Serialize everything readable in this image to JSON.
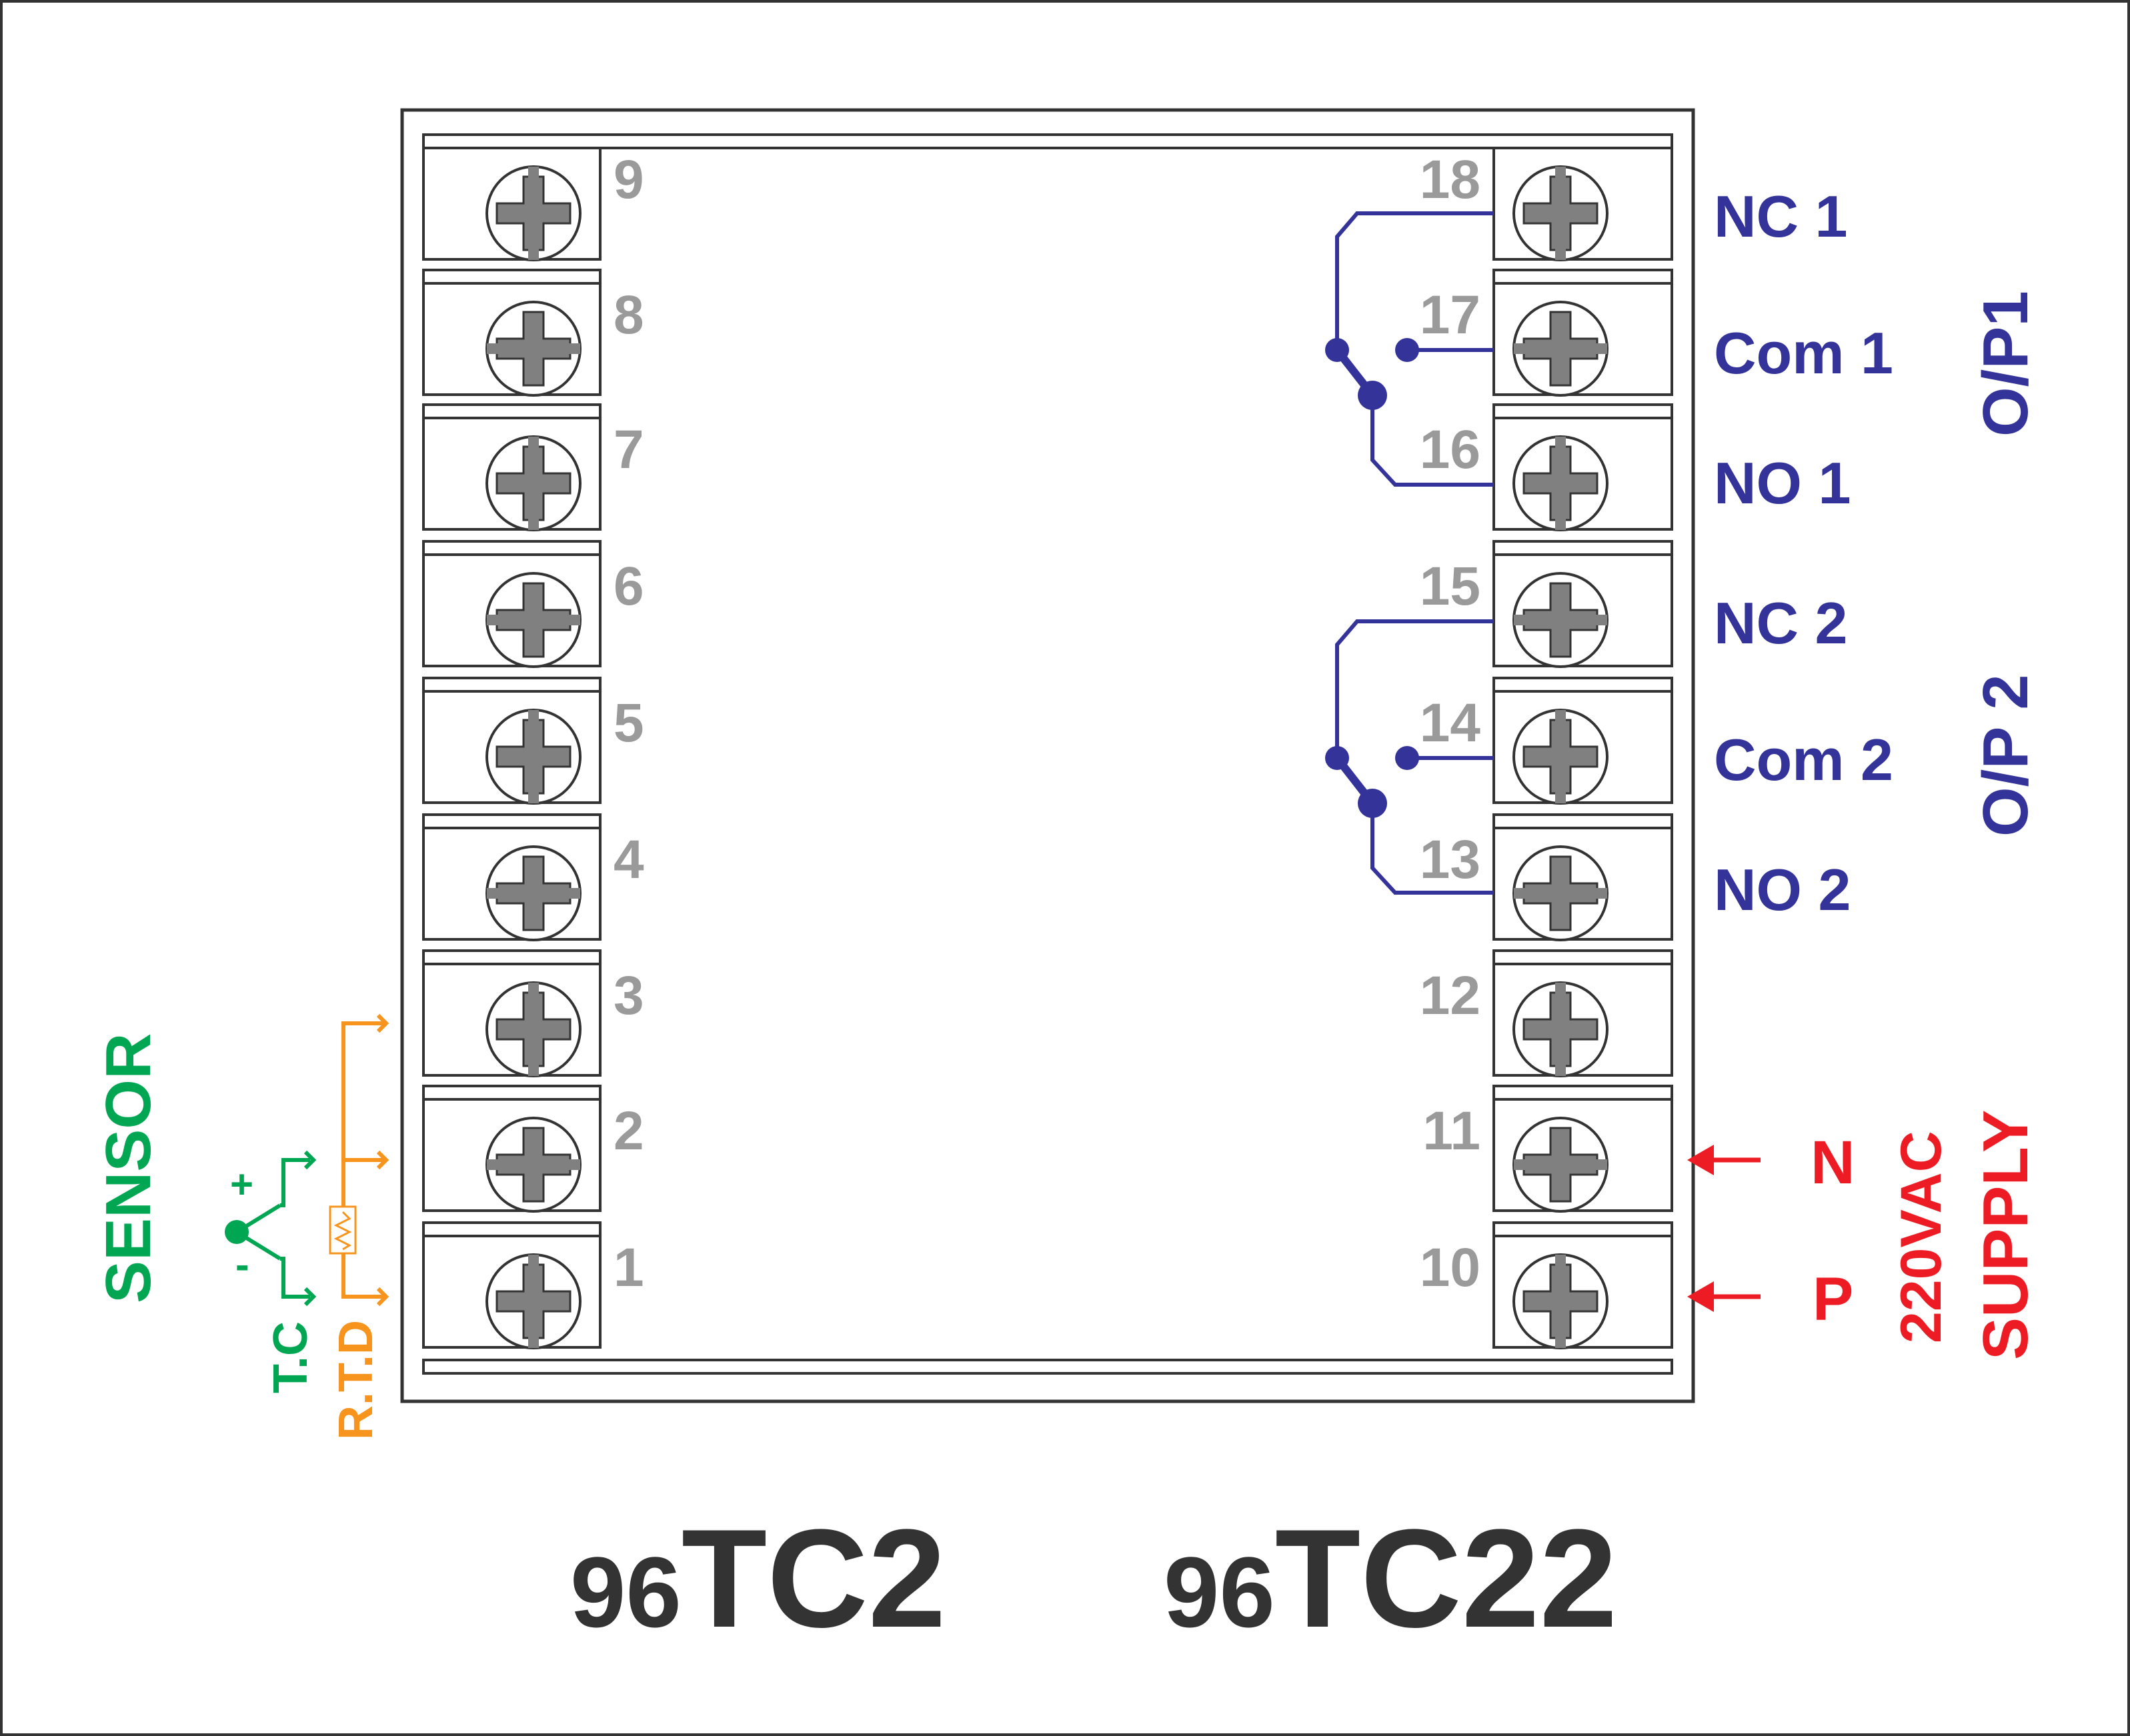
{
  "colors": {
    "terminal_number": "#9a9a9a",
    "output": "#333399",
    "supply": "#ed1c24",
    "thermocouple": "#00a651",
    "rtd": "#f7941d",
    "model_text": "#333333",
    "screw": "#808080"
  },
  "terminals": {
    "left": [
      "9",
      "8",
      "7",
      "6",
      "5",
      "4",
      "3",
      "2",
      "1"
    ],
    "right": [
      "18",
      "17",
      "16",
      "15",
      "14",
      "13",
      "12",
      "11",
      "10"
    ]
  },
  "outputs": {
    "nc1": "NC 1",
    "com1": "Com 1",
    "no1": "NO 1",
    "nc2": "NC 2",
    "com2": "Com 2",
    "no2": "NO 2",
    "op1": "O/P1",
    "op2": "O/P 2"
  },
  "supply": {
    "n": "N",
    "p": "P",
    "voltage": "220VAC",
    "label": "SUPPLY"
  },
  "sensor": {
    "title": "SENSOR",
    "tc": "T.C",
    "rtd": "R.T.D",
    "plus": "+",
    "minus": "-"
  },
  "models": [
    {
      "prefix": "96",
      "suffix": "TC2"
    },
    {
      "prefix": "96",
      "suffix": "TC22"
    }
  ]
}
